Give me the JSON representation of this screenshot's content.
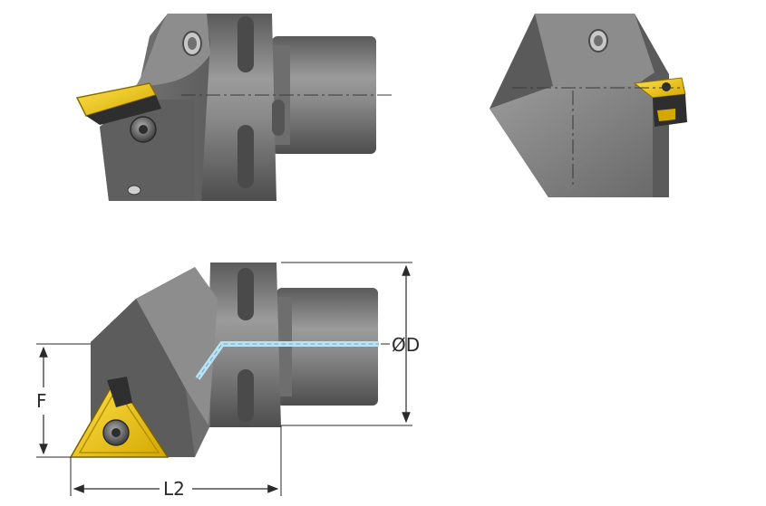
{
  "views": {
    "top_left": {
      "kind": "side-view"
    },
    "top_right": {
      "kind": "end-view"
    },
    "bottom": {
      "kind": "dimensioned-view"
    }
  },
  "dimensions": {
    "diameter_label": "ØD",
    "height_label": "F",
    "length_label": "L2"
  },
  "colors": {
    "body_dark": "#6b6b6b",
    "body_mid": "#8a8a8a",
    "body_light": "#a9a9a9",
    "insert_yellow": "#f3cf00",
    "insert_shadow": "#b48f00",
    "coolant_blue": "#b9e2f2",
    "dim_line": "#2a2a2a"
  }
}
